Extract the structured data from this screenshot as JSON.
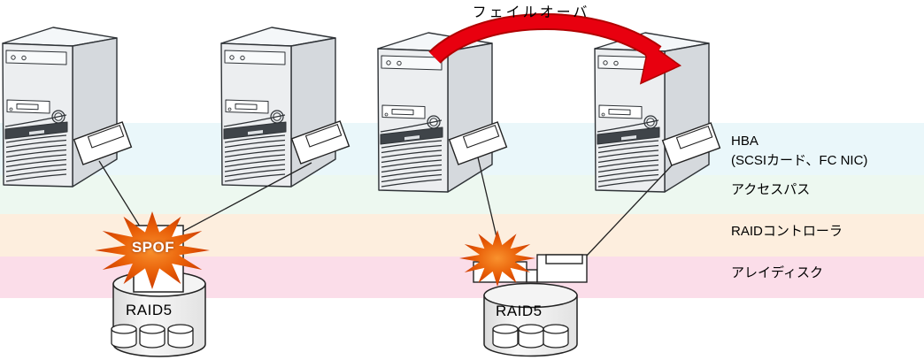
{
  "failover": {
    "label": "フェイルオーバ"
  },
  "spof": {
    "label": "SPOF"
  },
  "layers": [
    {
      "label": "HBA",
      "sublabel": "(SCSIカード、FC NIC)",
      "color": "#eaf7fa"
    },
    {
      "label": "アクセスパス",
      "color": "#edf8f0"
    },
    {
      "label": "RAIDコントローラ",
      "color": "#fdeede"
    },
    {
      "label": "アレイディスク",
      "color": "#fbdde9"
    }
  ],
  "storage": {
    "left_label": "RAID5",
    "right_label": "RAID5"
  },
  "colors": {
    "arrow_red": "#e8000f",
    "arrow_outline": "#b00000",
    "line": "#222222",
    "starburst_center": "#f9922e",
    "starburst_edge": "#c63500"
  }
}
